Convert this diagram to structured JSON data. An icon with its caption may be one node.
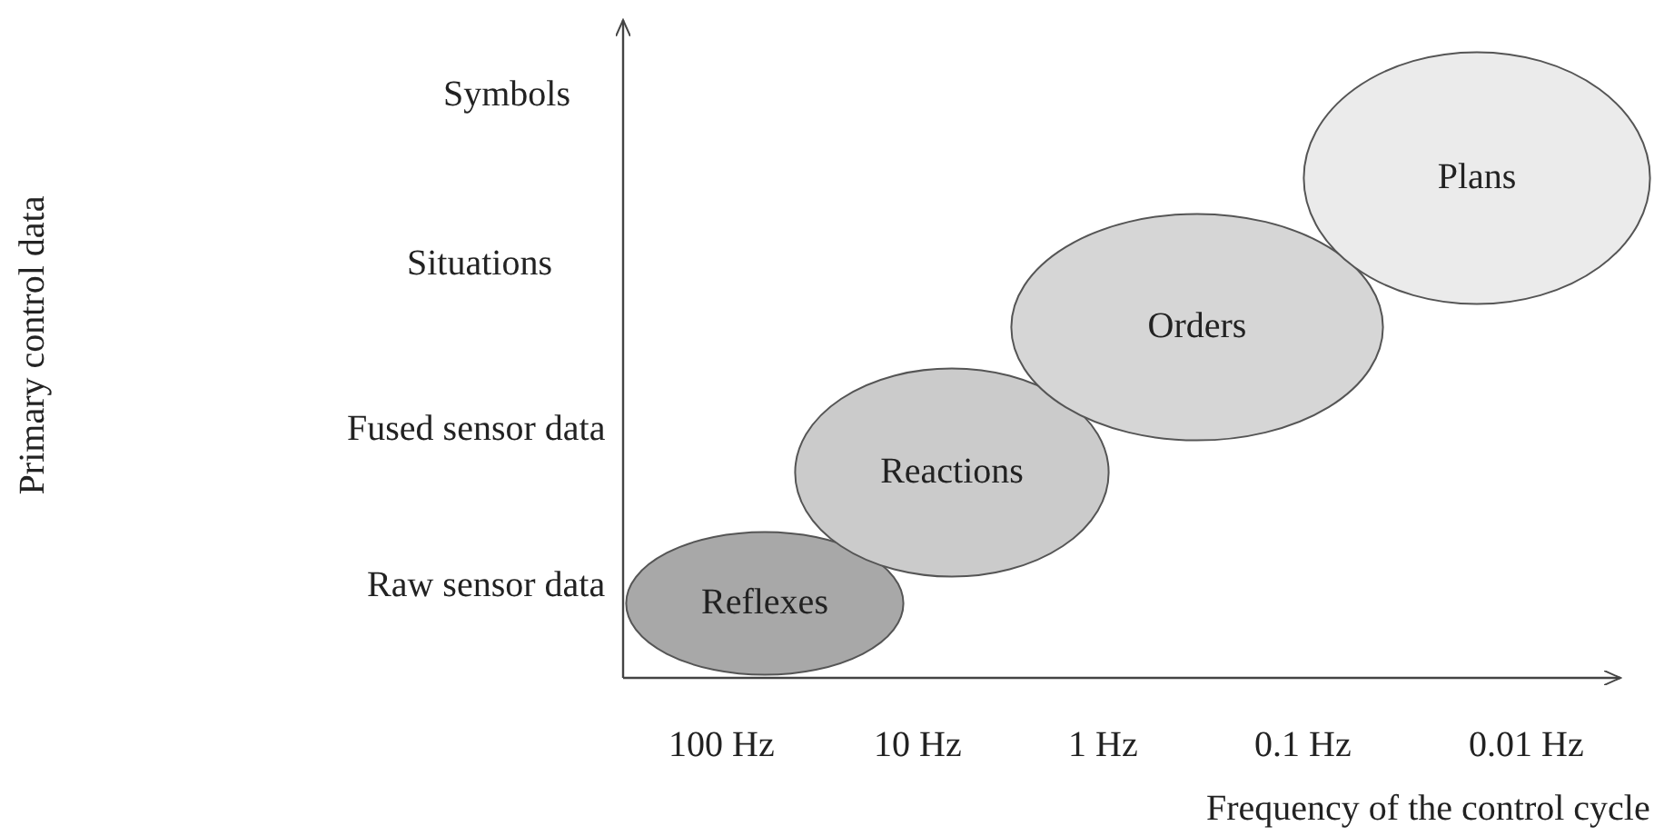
{
  "diagram": {
    "nodes": [
      {
        "text": [
          "Reflexes"
        ]
      },
      {
        "text": [
          "Reactions"
        ]
      },
      {
        "text": [
          "Orders"
        ]
      },
      {
        "text": [
          "Plans"
        ]
      }
    ],
    "labels": [
      "Symbols",
      "Situations",
      "Fused sensor data",
      "Raw sensor data",
      "Primary control data",
      "100 Hz",
      "10 Hz",
      "1 Hz",
      "0.1 Hz",
      "0.01 Hz",
      "Frequency of the control cycle"
    ]
  }
}
